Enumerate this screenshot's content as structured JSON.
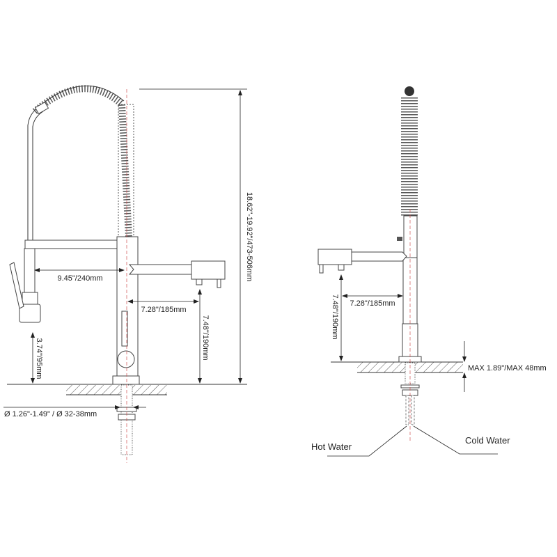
{
  "left_view": {
    "total_height": "18.62\"-19.92\"/473-506mm",
    "spout_reach": "9.45\"/240mm",
    "filler_reach": "7.28\"/185mm",
    "filler_height": "7.48\"/190mm",
    "sprayer_height": "3.74\"/95mm",
    "hole_diameter": "Ø 1.26\"-1.49\" / Ø 32-38mm"
  },
  "right_view": {
    "filler_reach": "7.28\"/185mm",
    "filler_height": "7.48\"/190mm",
    "deck_thickness": "MAX 1.89\"/MAX 48mm",
    "hot_water": "Hot Water",
    "cold_water": "Cold Water"
  },
  "colors": {
    "centerline": "#d05050",
    "lines": "#333333"
  }
}
